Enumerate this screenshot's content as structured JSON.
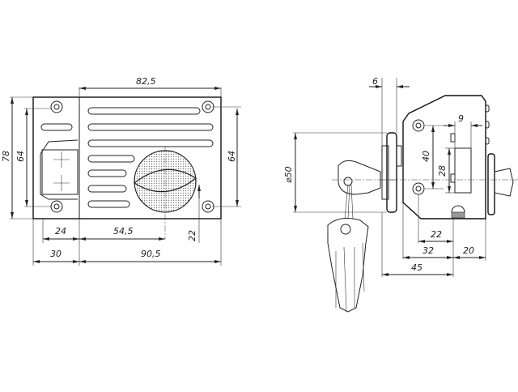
{
  "drawing": {
    "front_view": {
      "dimensions": {
        "top_width": "82,5",
        "overall_height": "78",
        "left_inner_height": "64",
        "right_height": "64",
        "left_offset": "24",
        "knob_offset": "54,5",
        "knob_height": "22",
        "left_width": "30",
        "main_width": "90,5"
      }
    },
    "side_view": {
      "dimensions": {
        "flange": "6",
        "diameter": "⌀50",
        "hole_spacing": "40",
        "bolt_height": "28",
        "bolt_width": "9",
        "depth_22": "22",
        "depth_32": "32",
        "depth_45": "45",
        "knob_projection": "20"
      }
    },
    "colors": {
      "line": "#222222",
      "background": "#ffffff",
      "hatch": "#888888"
    }
  }
}
